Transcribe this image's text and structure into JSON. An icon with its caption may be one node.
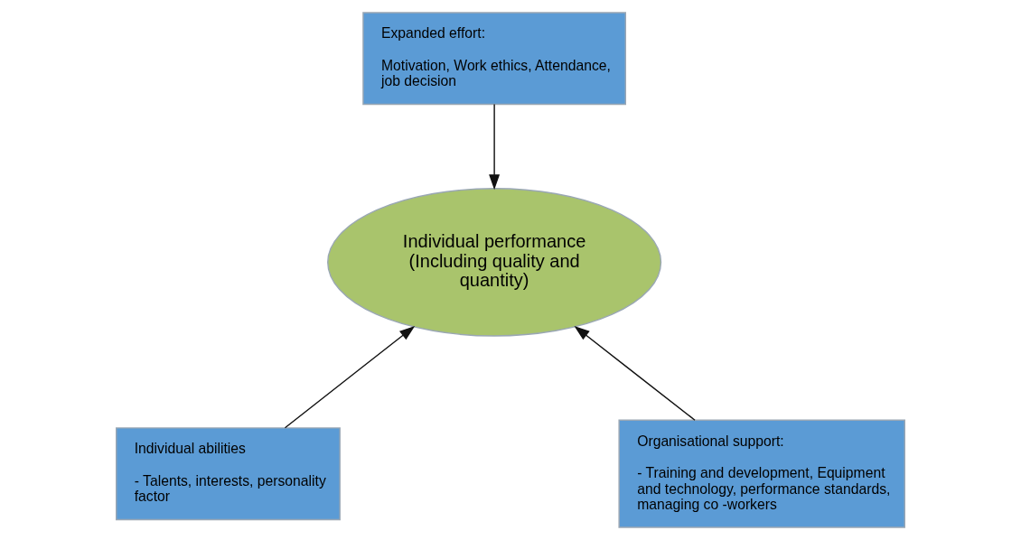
{
  "diagram": {
    "nodes": [
      {
        "text": [
          "Expanded effort:",
          "Motivation, Work ethics, Attendance, job decision"
        ]
      },
      {
        "text": [
          "Individual performance (Including quality and quantity)"
        ]
      },
      {
        "text": [
          "Individual abilities",
          "- Talents, interests, personality factor"
        ]
      },
      {
        "text": [
          "Organisational support:",
          "- Training and development, Equipment and technology, performance standards, managing co -workers"
        ]
      }
    ],
    "edges": [
      {
        "from": 0,
        "to": 1,
        "arrow": "to"
      },
      {
        "from": 2,
        "to": 1,
        "arrow": "to"
      },
      {
        "from": 3,
        "to": 1,
        "arrow": "to"
      }
    ]
  }
}
